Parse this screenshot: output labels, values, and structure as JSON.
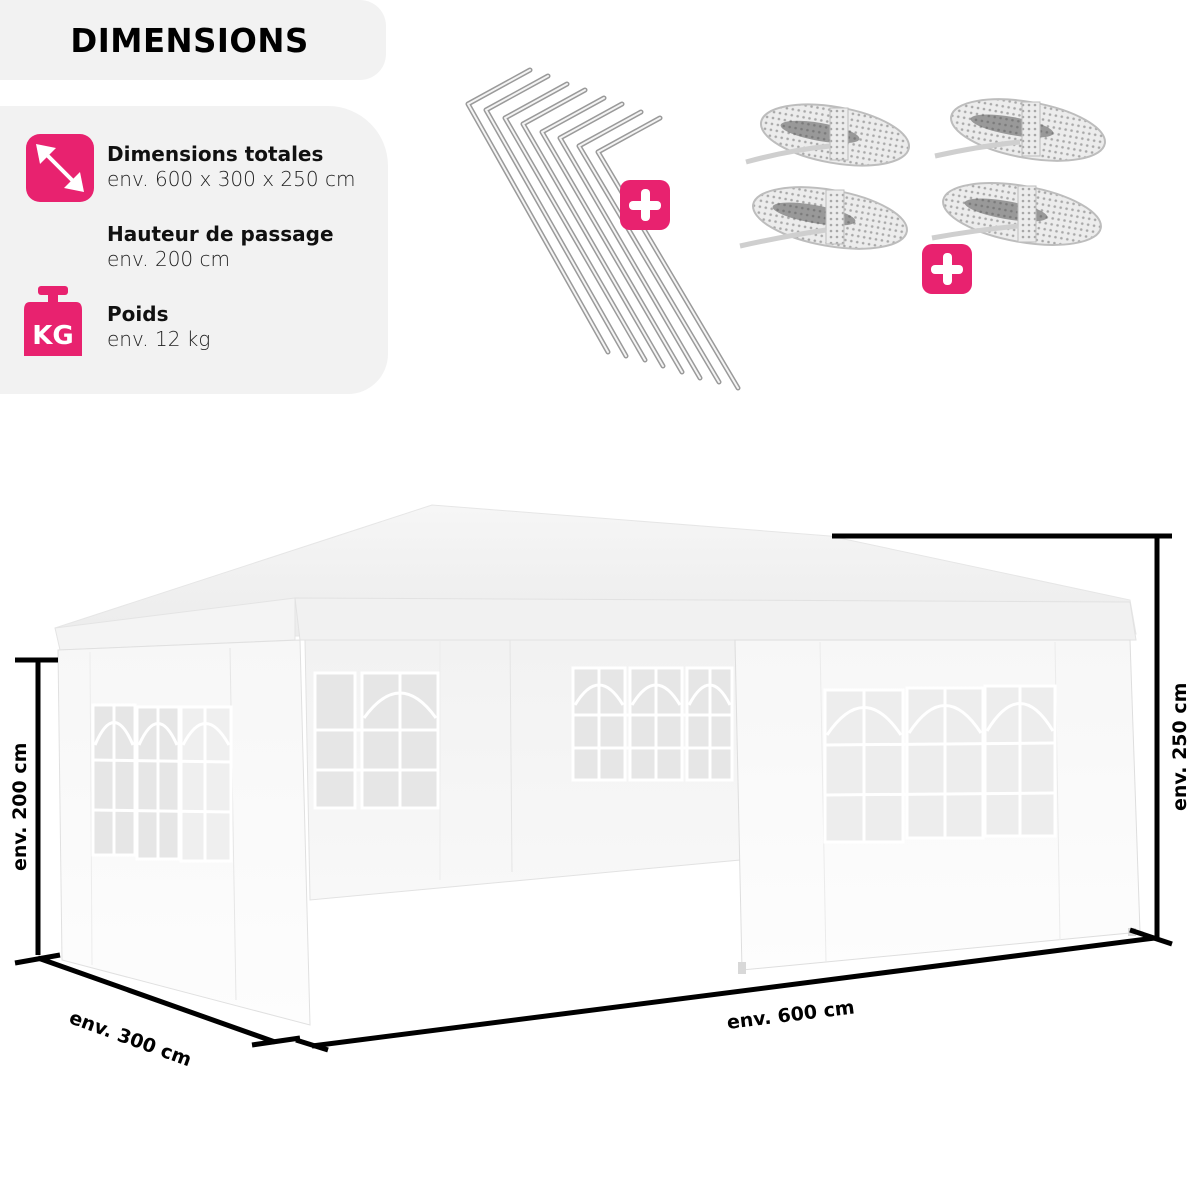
{
  "title": "DIMENSIONS",
  "accent_color": "#e8226f",
  "panel_color": "#f2f2f2",
  "specs": [
    {
      "icon": "diagonal-arrow-icon",
      "label": "Dimensions totales",
      "value": "env. 600 x 300 x 250 cm"
    },
    {
      "icon": null,
      "label": "Hauteur de passage",
      "value": "env. 200 cm"
    },
    {
      "icon": "kg-weight-icon",
      "label": "Poids",
      "value": "env. 12 kg",
      "icon_text": "KG"
    }
  ],
  "accessories": [
    {
      "name": "tent-pegs",
      "count": 8,
      "badge": "plus-icon"
    },
    {
      "name": "guy-ropes",
      "count": 4,
      "badge": "plus-icon"
    }
  ],
  "measurements": {
    "passage_height": "env. 200 cm",
    "depth": "env. 300 cm",
    "length": "env. 600 cm",
    "total_height": "env. 250 cm"
  }
}
